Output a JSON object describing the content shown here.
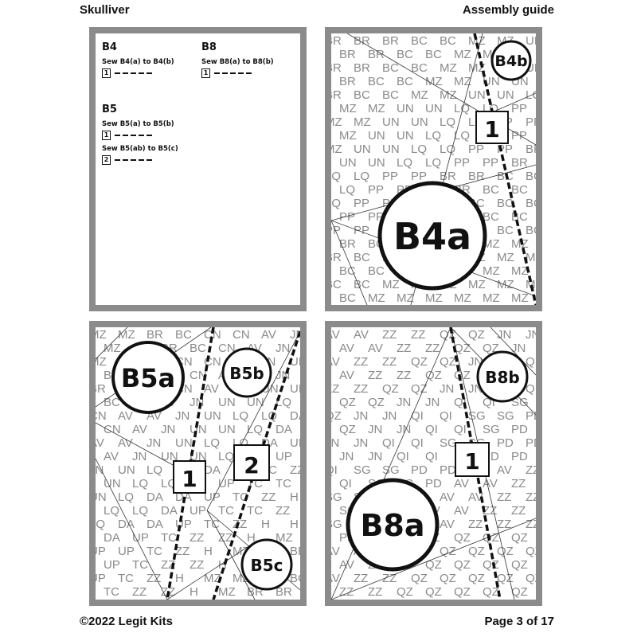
{
  "header": {
    "title": "Skulliver",
    "subtitle": "Assembly guide"
  },
  "footer": {
    "copyright": "©2022 Legit Kits",
    "page": "Page 3 of 17"
  },
  "colors": {
    "border": "#8b8b8b",
    "pattern_text": "#8a8a8a",
    "ink": "#111111"
  },
  "instructions": {
    "groups": [
      {
        "title": "B4",
        "steps": [
          {
            "text": "Sew B4(a) to B4(b)",
            "num": "1"
          }
        ]
      },
      {
        "title": "B8",
        "steps": [
          {
            "text": "Sew B8(a) to B8(b)",
            "num": "1"
          }
        ]
      },
      {
        "title": "B5",
        "steps": [
          {
            "text": "Sew B5(a) to B5(b)",
            "num": "1"
          },
          {
            "text": "Sew B5(ab) to B5(c)",
            "num": "2"
          }
        ]
      }
    ]
  },
  "panels": {
    "b4": {
      "big": "B4a",
      "small": "B4b",
      "seam": "1",
      "codes": [
        "BR",
        "BC",
        "MZ",
        "UN",
        "LQ",
        "PP"
      ]
    },
    "b5": {
      "big": "B5a",
      "mid": "B5b",
      "small": "B5c",
      "seam1": "1",
      "seam2": "2",
      "codes": [
        "MZ",
        "BR",
        "BC",
        "CN",
        "AV",
        "JN",
        "UN",
        "LQ",
        "DA",
        "UP",
        "TC",
        "ZZ",
        "H"
      ]
    },
    "b8": {
      "big": "B8a",
      "small": "B8b",
      "seam": "1",
      "codes": [
        "AV",
        "ZZ",
        "QZ",
        "JN",
        "QI",
        "SG",
        "PD"
      ]
    }
  }
}
